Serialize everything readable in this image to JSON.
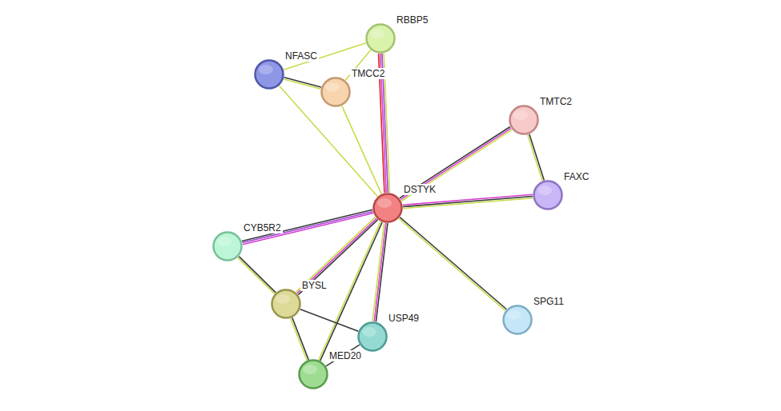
{
  "diagram": {
    "nodes": [
      {
        "text": [
          "RBBP5"
        ]
      },
      {
        "text": [
          "NFASC"
        ]
      },
      {
        "text": [
          "TMCC2"
        ]
      },
      {
        "text": [
          "TMTC2"
        ]
      },
      {
        "text": [
          "FAXC"
        ]
      },
      {
        "text": [
          "DSTYK"
        ]
      },
      {
        "text": [
          "CYB5R2"
        ]
      },
      {
        "text": [
          "BYSL"
        ]
      },
      {
        "text": [
          "SPG11"
        ]
      },
      {
        "text": [
          "USP49"
        ]
      },
      {
        "text": [
          "MED20"
        ]
      }
    ],
    "edges": [
      {
        "from": 5,
        "to": 0,
        "arrow": "none"
      },
      {
        "from": 5,
        "to": 1,
        "arrow": "none"
      },
      {
        "from": 5,
        "to": 2,
        "arrow": "none"
      },
      {
        "from": 1,
        "to": 0,
        "arrow": "none"
      },
      {
        "from": 1,
        "to": 2,
        "arrow": "none"
      },
      {
        "from": 2,
        "to": 0,
        "arrow": "none"
      },
      {
        "from": 5,
        "to": 3,
        "arrow": "none"
      },
      {
        "from": 5,
        "to": 4,
        "arrow": "none"
      },
      {
        "from": 3,
        "to": 4,
        "arrow": "none"
      },
      {
        "from": 5,
        "to": 6,
        "arrow": "none"
      },
      {
        "from": 5,
        "to": 7,
        "arrow": "none"
      },
      {
        "from": 5,
        "to": 9,
        "arrow": "none"
      },
      {
        "from": 5,
        "to": 10,
        "arrow": "none"
      },
      {
        "from": 5,
        "to": 8,
        "arrow": "none"
      },
      {
        "from": 6,
        "to": 7,
        "arrow": "none"
      },
      {
        "from": 7,
        "to": 9,
        "arrow": "none"
      },
      {
        "from": 7,
        "to": 10,
        "arrow": "none"
      },
      {
        "from": 9,
        "to": 10,
        "arrow": "none"
      }
    ]
  }
}
